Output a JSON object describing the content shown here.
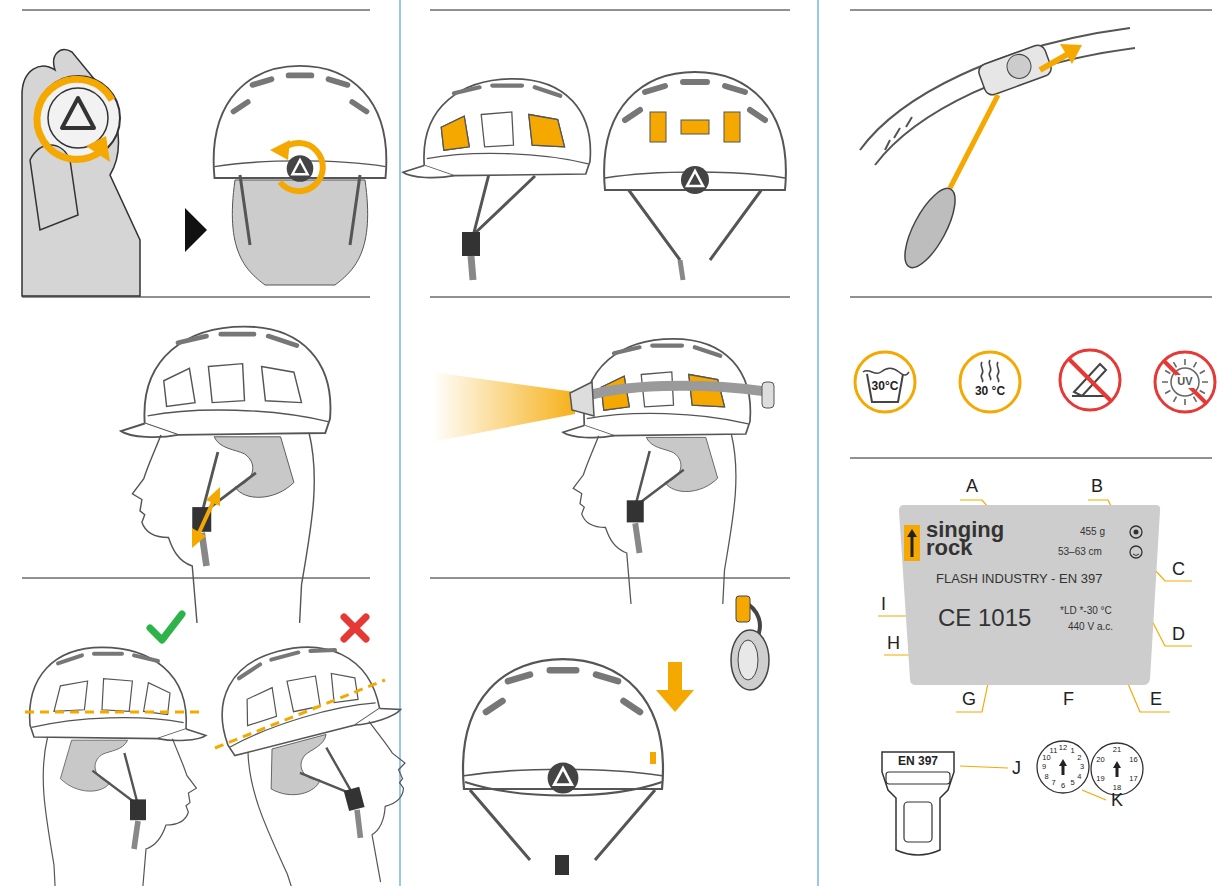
{
  "diagram": {
    "nodes": [
      {
        "text": [
          "30°C"
        ]
      },
      {
        "text": [
          "30 °C"
        ]
      },
      {
        "text": [
          "UV"
        ]
      },
      {
        "text": [
          "singing rock",
          "455 g",
          "53–63 cm",
          "FLASH INDUSTRY - EN 397",
          "CE",
          "1015",
          "*LD *-30 °C",
          "440 V a.c."
        ]
      },
      {
        "text": [
          "EN 397"
        ]
      },
      {
        "text": [
          "1",
          "2",
          "3",
          "4",
          "5",
          "6",
          "7",
          "8",
          "9",
          "10",
          "11",
          "12"
        ]
      },
      {
        "text": [
          "16",
          "17",
          "18",
          "19",
          "20",
          "21"
        ]
      }
    ],
    "labels": [
      "A",
      "B",
      "C",
      "D",
      "E",
      "F",
      "G",
      "H",
      "I",
      "J",
      "K"
    ]
  }
}
